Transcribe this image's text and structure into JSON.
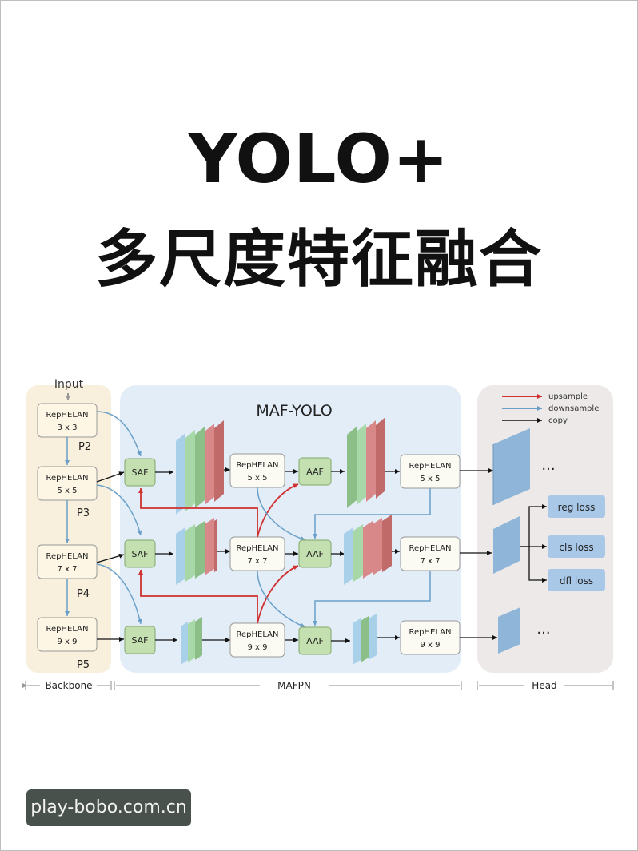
{
  "title": {
    "line1": "YOLO+",
    "line2": "多尺度特征融合"
  },
  "diagram": {
    "input_label": "Input",
    "mafyolo_label": "MAF-YOLO",
    "legend": {
      "upsample": "upsample",
      "downsample": "downsample",
      "copy": "copy"
    },
    "backbone_blocks": [
      {
        "name": "RepHELAN",
        "size": "3 x 3"
      },
      {
        "name": "RepHELAN",
        "size": "5 x 5"
      },
      {
        "name": "RepHELAN",
        "size": "7 x 7"
      },
      {
        "name": "RepHELAN",
        "size": "9 x 9"
      }
    ],
    "stage_labels": [
      "P2",
      "P3",
      "P4",
      "P5"
    ],
    "saf_label": "SAF",
    "aaf_label": "AAF",
    "mid_blocks": [
      {
        "name": "RepHELAN",
        "size": "5 x 5"
      },
      {
        "name": "RepHELAN",
        "size": "7 x 7"
      },
      {
        "name": "RepHELAN",
        "size": "9 x 9"
      }
    ],
    "out_blocks": [
      {
        "name": "RepHELAN",
        "size": "5 x 5"
      },
      {
        "name": "RepHELAN",
        "size": "7 x 7"
      },
      {
        "name": "RepHELAN",
        "size": "9 x 9"
      }
    ],
    "ellipsis": "...",
    "losses": [
      "reg loss",
      "cls loss",
      "dfl loss"
    ],
    "sections": {
      "backbone": "Backbone",
      "mafpn": "MAFPN",
      "head": "Head"
    },
    "colors": {
      "upsample": "#d03030",
      "downsample": "#6aa0c8",
      "copy": "#111111",
      "saf_fill": "#c4e0b0",
      "loss_fill": "#a9c8e8"
    }
  },
  "watermark": "play-bobo.com.cn"
}
